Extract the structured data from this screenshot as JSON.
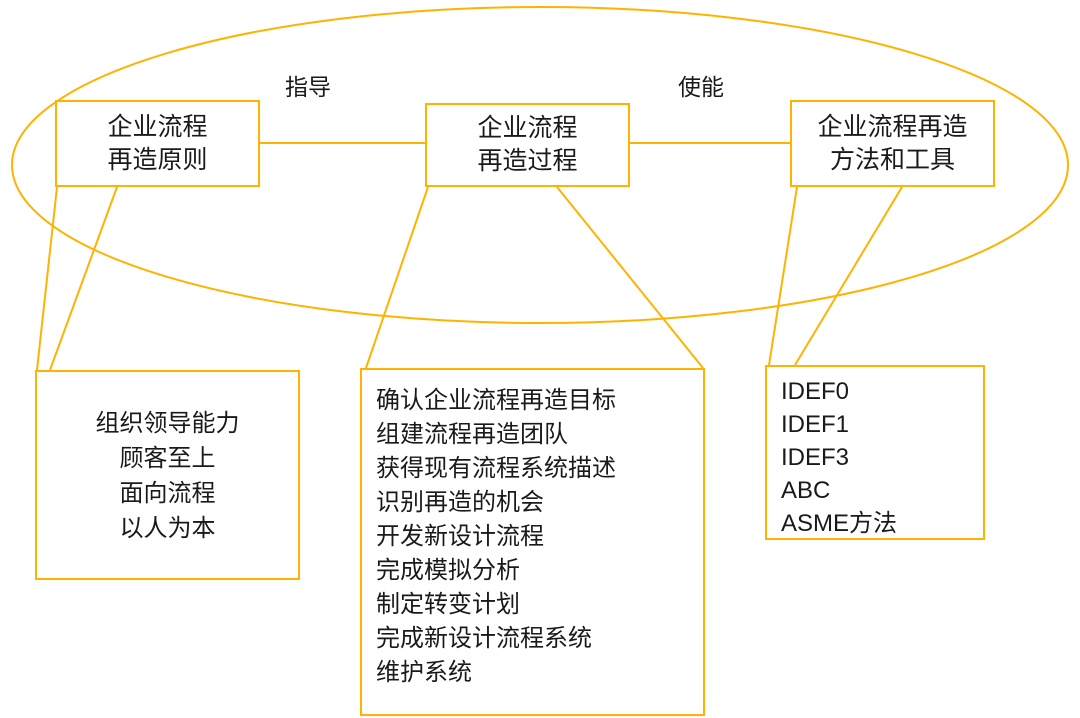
{
  "colors": {
    "accent": "#FFB300",
    "text": "#1a1a1a",
    "background": "#ffffff"
  },
  "diagram": {
    "connector_labels": {
      "left": "指导",
      "right": "使能"
    },
    "top_boxes": {
      "principles": {
        "line1": "企业流程",
        "line2": "再造原则"
      },
      "process": {
        "line1": "企业流程",
        "line2": "再造过程"
      },
      "methods": {
        "line1": "企业流程再造",
        "line2": "方法和工具"
      }
    },
    "detail_boxes": {
      "principles": {
        "items": [
          "组织领导能力",
          "顾客至上",
          "面向流程",
          "以人为本"
        ]
      },
      "process": {
        "items": [
          "确认企业流程再造目标",
          "组建流程再造团队",
          "获得现有流程系统描述",
          "识别再造的机会",
          "开发新设计流程",
          "完成模拟分析",
          "制定转变计划",
          "完成新设计流程系统",
          "维护系统"
        ]
      },
      "methods": {
        "items": [
          "IDEF0",
          "IDEF1",
          "IDEF3",
          "ABC",
          "ASME方法"
        ]
      }
    }
  }
}
